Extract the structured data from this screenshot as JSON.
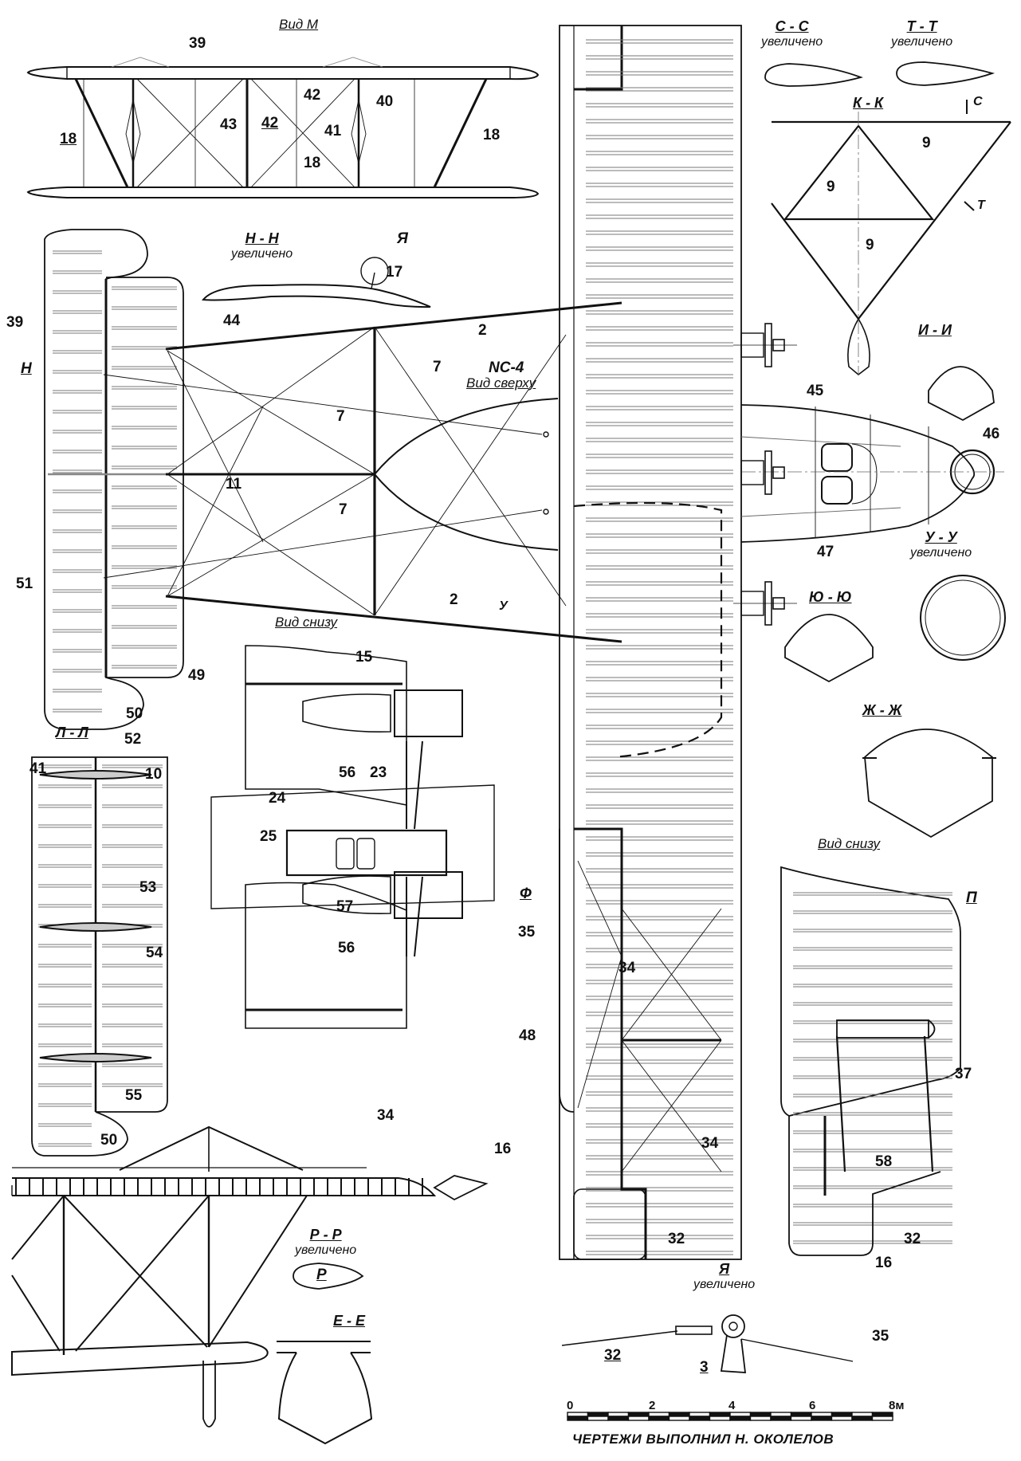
{
  "document": {
    "aircraft": "NC-4",
    "views": {
      "view_m": "Вид М",
      "top_view": "Вид сверху",
      "bottom_view_left": "Вид снизу",
      "bottom_view_right": "Вид снизу"
    },
    "sections": {
      "cc": {
        "title": "С - С",
        "note": "увеличено"
      },
      "tt": {
        "title": "Т - Т",
        "note": "увеличено"
      },
      "kk": {
        "title": "К - К"
      },
      "hh": {
        "title": "Н - Н",
        "note": "увеличено"
      },
      "ii": {
        "title": "И - И"
      },
      "uu": {
        "title": "У - У",
        "note": "увеличено"
      },
      "yuyu": {
        "title": "Ю - Ю"
      },
      "zhzh": {
        "title": "Ж - Ж"
      },
      "ll": {
        "title": "Л - Л"
      },
      "rr": {
        "title": "Р - Р",
        "note": "увеличено"
      },
      "ee": {
        "title": "Е - Е"
      },
      "ya": {
        "title": "Я",
        "note": "увеличено"
      }
    },
    "section_markers": {
      "c": "С",
      "t": "Т",
      "y": "У",
      "h": "Н",
      "f": "Ф",
      "p": "П",
      "r": "Р",
      "ya": "Я"
    },
    "callouts": {
      "c39a": "39",
      "c18a": "18",
      "c43": "43",
      "c42a": "42",
      "c42b": "42",
      "c41a": "41",
      "c40": "40",
      "c18b": "18",
      "c18c": "18",
      "c9a": "9",
      "c9b": "9",
      "c9c": "9",
      "c17": "17",
      "c44": "44",
      "c2a": "2",
      "c2b": "2",
      "c7a": "7",
      "c7b": "7",
      "c7c": "7",
      "c11": "11",
      "c39b": "39",
      "c45": "45",
      "c46": "46",
      "c47": "47",
      "c51": "51",
      "c49": "49",
      "c50a": "50",
      "c15": "15",
      "c56a": "56",
      "c23": "23",
      "c24": "24",
      "c25": "25",
      "c57": "57",
      "c56b": "56",
      "c52": "52",
      "c41b": "41",
      "c10": "10",
      "c53": "53",
      "c54": "54",
      "c55": "55",
      "c50b": "50",
      "c35a": "35",
      "c34a": "34",
      "c48": "48",
      "c34b": "34",
      "c32a": "32",
      "c37": "37",
      "c58": "58",
      "c32b": "32",
      "c16a": "16",
      "c34c": "34",
      "c16b": "16",
      "c32c": "32",
      "c3": "3",
      "c35b": "35"
    },
    "scale_bar": {
      "ticks": [
        "0",
        "2",
        "4",
        "6",
        "8м"
      ],
      "max_meters": 8
    },
    "author_credit": "ЧЕРТЕЖИ   ВЫПОЛНИЛ   Н. ОКОЛЕЛОВ"
  }
}
